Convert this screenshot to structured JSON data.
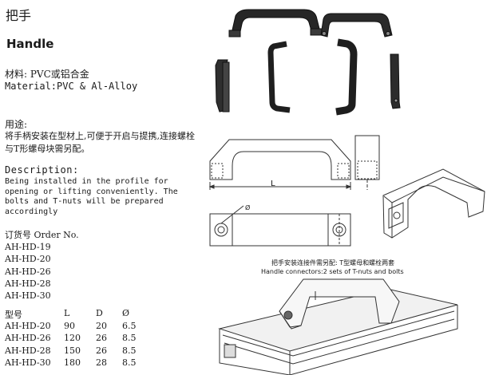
{
  "title_cn": "把手",
  "title_en": "Handle",
  "material_cn": "材料: PVC或铝合金",
  "material_en": "Material:PVC & Al-Alloy",
  "usage_heading_cn": "用途:",
  "usage_text_cn": "将手柄安装在型材上,可便于开启与提携,连接螺栓与T形螺母块需另配。",
  "description_heading": "Description:",
  "description_text": "Being installed in the profile for opening or lifting conveniently. The bolts and T-nuts will be prepared accordingly",
  "order_heading": "订货号  Order No.",
  "order_numbers": [
    "AH-HD-19",
    "AH-HD-20",
    "AH-HD-26",
    "AH-HD-28",
    "AH-HD-30"
  ],
  "spec_table": {
    "headers": [
      "型号",
      "L",
      "D",
      "Ø"
    ],
    "rows": [
      [
        "AH-HD-20",
        "90",
        "20",
        "6.5"
      ],
      [
        "AH-HD-26",
        "120",
        "26",
        "8.5"
      ],
      [
        "AH-HD-28",
        "150",
        "26",
        "8.5"
      ],
      [
        "AH-HD-30",
        "180",
        "28",
        "8.5"
      ]
    ]
  },
  "drawing": {
    "dim_label_L": "L",
    "dim_label_phi": "Ø",
    "caption_cn": "把手安装连接件需另配: T型螺母和螺栓两套",
    "caption_en": "Handle connectors:2 sets of T-nuts and bolts"
  },
  "colors": {
    "text": "#1a1a1a",
    "handle": "#2a2a2a",
    "line": "#333333"
  }
}
